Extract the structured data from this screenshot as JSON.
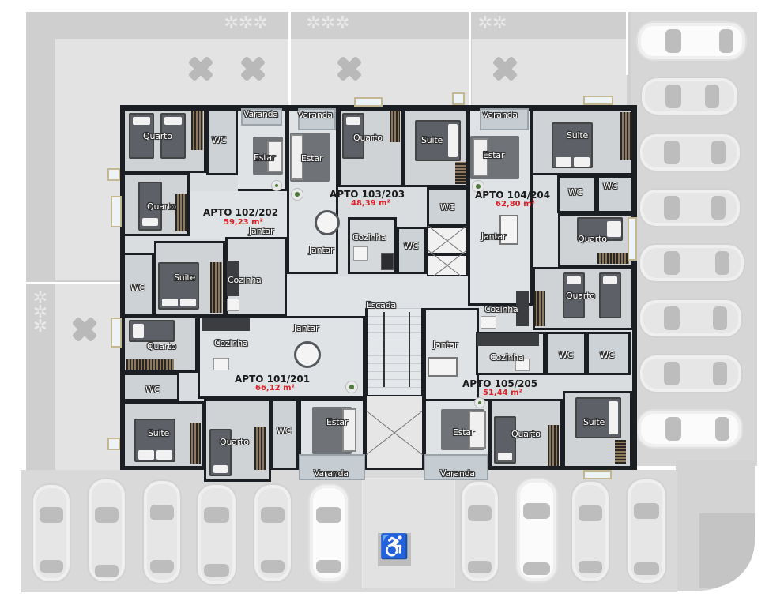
{
  "plan": {
    "type": "typical floor plan",
    "colors": {
      "wall": "#1b1e22",
      "floor": "#d9dde0",
      "site": "#cfcfcf",
      "apartment_label": "#1a1a1a",
      "area_label": "#d8232a"
    },
    "apartments": [
      {
        "id": "101",
        "title": "APTO 101/201",
        "area": "66,12 m²",
        "rooms": [
          "Jantar",
          "Cozinha",
          "Quarto",
          "WC",
          "Suite",
          "Quarto",
          "WC",
          "Estar",
          "Varanda"
        ]
      },
      {
        "id": "102",
        "title": "APTO 102/202",
        "area": "59,23 m²",
        "rooms": [
          "Quarto",
          "WC",
          "Varanda",
          "Estar",
          "Quarto",
          "Jantar",
          "WC",
          "Suite",
          "Cozinha"
        ]
      },
      {
        "id": "103",
        "title": "APTO 103/203",
        "area": "48,39 m²",
        "rooms": [
          "Varanda",
          "Estar",
          "Quarto",
          "Suite",
          "Jantar",
          "Cozinha",
          "WC",
          "WC"
        ]
      },
      {
        "id": "104",
        "title": "APTO 104/204",
        "area": "62,80 m²",
        "rooms": [
          "Varanda",
          "Estar",
          "Suite",
          "WC",
          "WC",
          "Jantar",
          "Quarto",
          "Quarto",
          "Cozinha"
        ]
      },
      {
        "id": "105",
        "title": "APTO 105/205",
        "area": "51,44 m²",
        "rooms": [
          "Jantar",
          "Cozinha",
          "WC",
          "WC",
          "Estar",
          "Quarto",
          "Suite",
          "Varanda"
        ]
      }
    ],
    "common": {
      "stairs_label": "Escada"
    },
    "labels": {
      "a102_quarto1": "Quarto",
      "a102_wc1": "WC",
      "a102_varanda": "Varanda",
      "a102_estar": "Estar",
      "a102_quarto2": "Quarto",
      "a102_jantar": "Jantar",
      "a102_wc2": "WC",
      "a102_suite": "Suite",
      "a102_cozinha": "Cozinha",
      "a103_varanda": "Varanda",
      "a103_estar": "Estar",
      "a103_quarto": "Quarto",
      "a103_suite": "Suite",
      "a103_jantar": "Jantar",
      "a103_cozinha": "Cozinha",
      "a103_wc1": "WC",
      "a103_wc2": "WC",
      "a104_varanda": "Varanda",
      "a104_estar": "Estar",
      "a104_suite": "Suite",
      "a104_wc1": "WC",
      "a104_wc2": "WC",
      "a104_jantar": "Jantar",
      "a104_quarto1": "Quarto",
      "a104_quarto2": "Quarto",
      "a104_cozinha": "Cozinha",
      "a101_quarto1": "Quarto",
      "a101_cozinha": "Cozinha",
      "a101_jantar": "Jantar",
      "a101_wc1": "WC",
      "a101_suite": "Suite",
      "a101_quarto2": "Quarto",
      "a101_wc2": "WC",
      "a101_estar": "Estar",
      "a101_varanda": "Varanda",
      "a105_jantar": "Jantar",
      "a105_cozinha": "Cozinha",
      "a105_wc1": "WC",
      "a105_wc2": "WC",
      "a105_estar": "Estar",
      "a105_quarto": "Quarto",
      "a105_suite": "Suite",
      "a105_varanda": "Varanda",
      "escada": "Escada"
    },
    "parking": {
      "bottom_spaces": 10,
      "right_spaces": 8,
      "accessible_space_icon": "wheelchair-icon",
      "accessible_glyph": "♿"
    }
  }
}
